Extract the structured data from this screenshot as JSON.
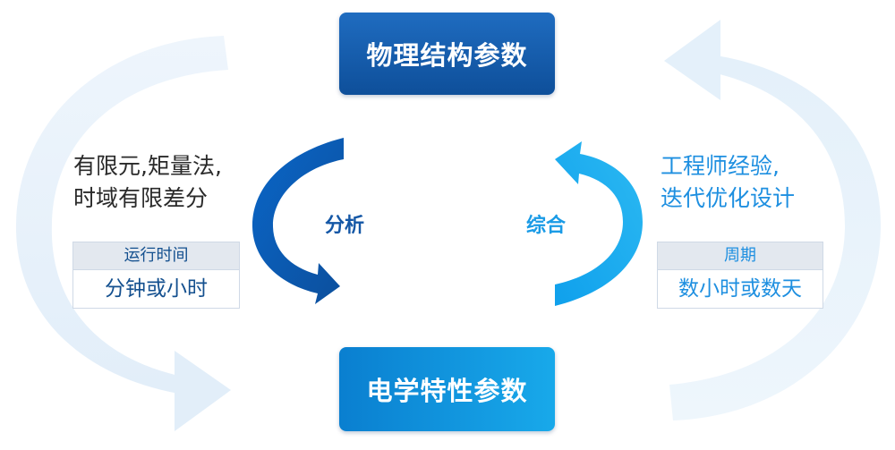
{
  "top_box": {
    "label": "物理结构参数"
  },
  "bottom_box": {
    "label": "电学特性参数"
  },
  "left": {
    "methods": [
      "有限元,矩量法,",
      "时域有限差分"
    ],
    "arrow_label": "分析",
    "table": {
      "header": "运行时间",
      "value": "分钟或小时"
    }
  },
  "right": {
    "methods": [
      "工程师经验,",
      "迭代优化设计"
    ],
    "arrow_label": "综合",
    "table": {
      "header": "周期",
      "value": "数小时或数天"
    }
  },
  "colors": {
    "dark_blue": "#0e4f9a",
    "light_blue": "#18a9ea",
    "pale_blue": "#e8f2fb"
  }
}
